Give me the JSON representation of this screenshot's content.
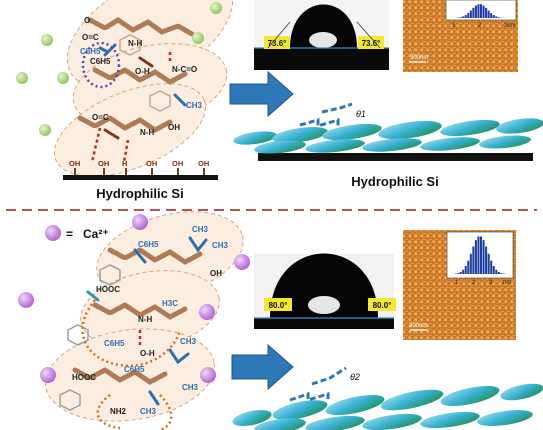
{
  "top_panel": {
    "substrate_label": "Hydrophilic Si",
    "surface_label": "Hydrophilic Si",
    "contact_angle_left": "73.6°",
    "contact_angle_right": "73.6°",
    "afm_scale": "300nm",
    "hist_ticks": [
      "1",
      "2",
      "3nm"
    ],
    "theta_label": "θ1",
    "surface_groups": [
      "OH",
      "OH",
      "H",
      "OH",
      "OH",
      "OH"
    ],
    "molecule_labels": [
      "O",
      "O=C",
      "N-H",
      "C6H5",
      "O-H",
      "N-C=O",
      "CH3",
      "O=C",
      "N-H",
      "OH",
      "C6H5"
    ]
  },
  "bottom_panel": {
    "legend_symbol": "=",
    "legend_ion": "Ca²⁺",
    "contact_angle_left": "80.0°",
    "contact_angle_right": "80.0°",
    "afm_scale": "300nm",
    "hist_ticks": [
      "1",
      "2",
      "3",
      "nm"
    ],
    "theta_label": "θ2",
    "molecule_labels": [
      "CH3",
      "C6H5",
      "CH3",
      "HOOC",
      "OH",
      "H3C",
      "N-H",
      "C6H5",
      "O-H",
      "CH3",
      "HOOC",
      "C6H5",
      "CH3",
      "NH2",
      "CH3"
    ]
  },
  "colors": {
    "arrow": "#2e78b8",
    "calcium": "#c77bdc",
    "bead": "#a8d07a",
    "divider": "#c0504d",
    "fibril_light": "#8fd4ea",
    "fibril_dark": "#2a9a4e"
  }
}
